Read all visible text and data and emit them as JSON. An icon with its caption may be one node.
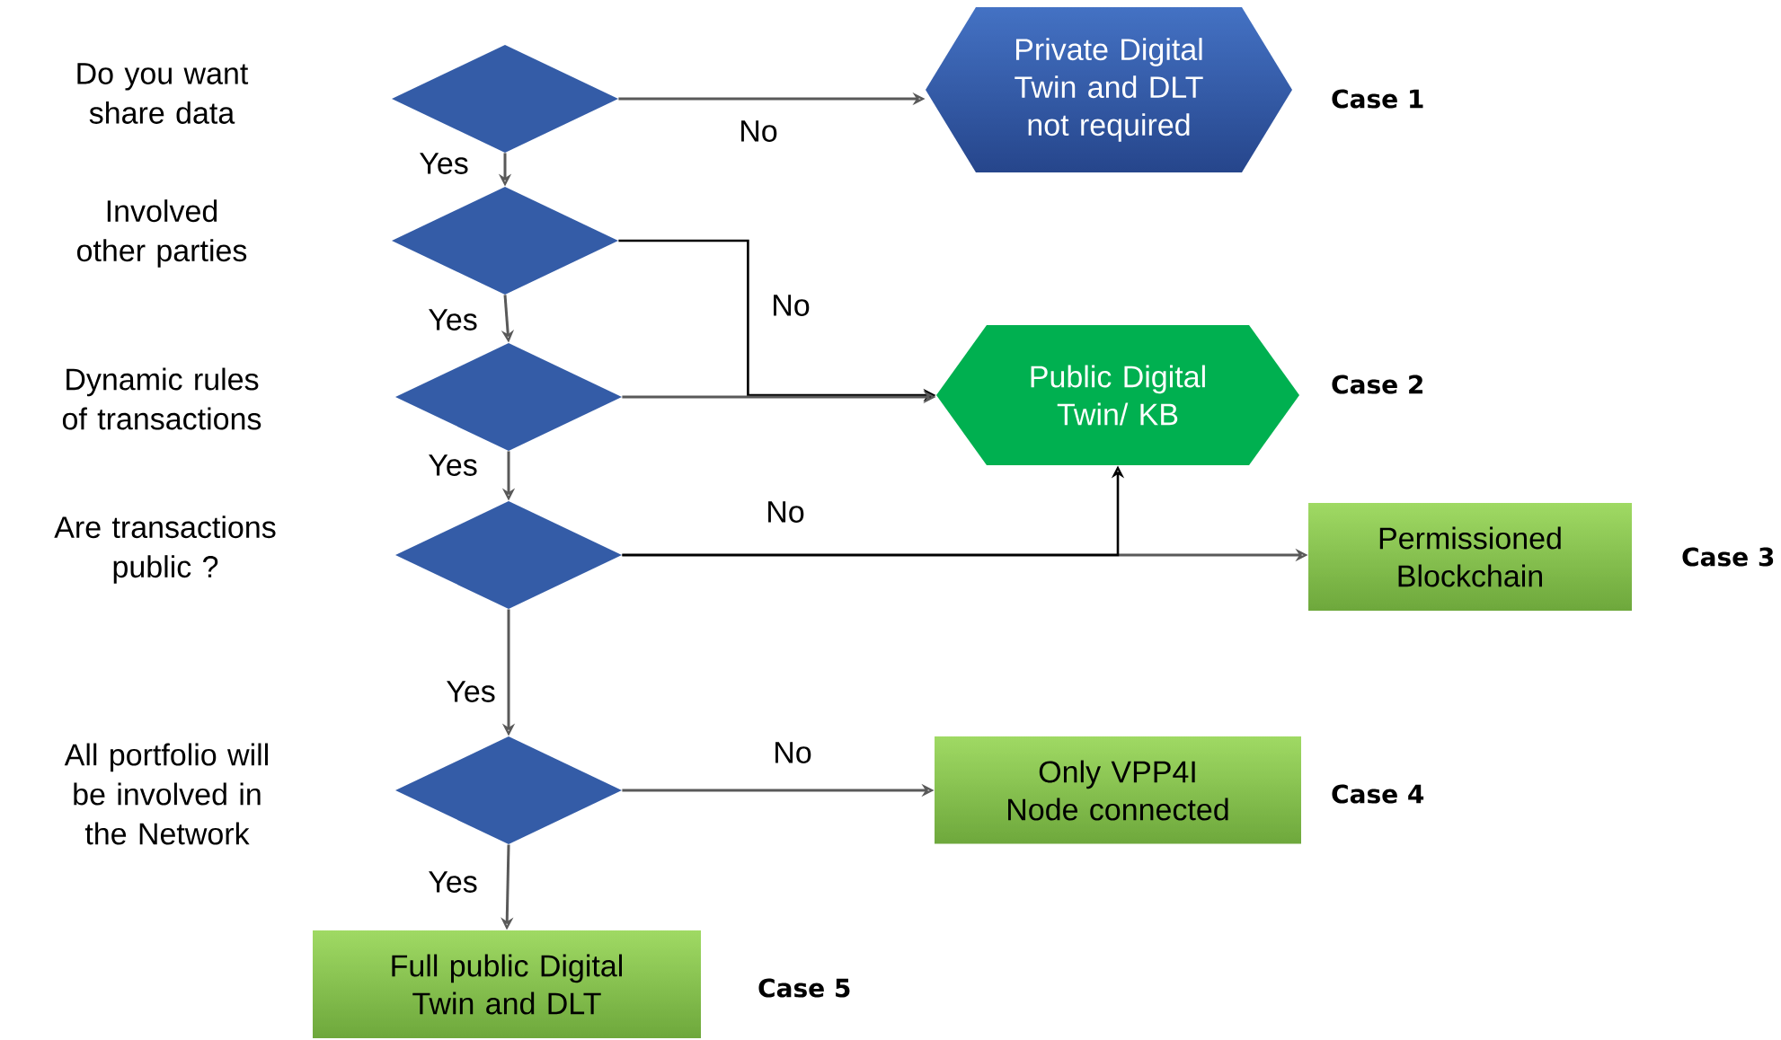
{
  "diagram": {
    "nodes": [
      {
        "text": [],
        "shape": "diamond"
      },
      {
        "text": [
          "Private Digital Twin and DLT not required"
        ]
      },
      {
        "text": [],
        "shape": "diamond"
      },
      {
        "text": [],
        "shape": "diamond"
      },
      {
        "text": [
          "Public Digital Twin/ KB"
        ]
      },
      {
        "text": [],
        "shape": "diamond"
      },
      {
        "text": [
          "Permissioned Blockchain"
        ]
      },
      {
        "text": [],
        "shape": "diamond"
      },
      {
        "text": [
          "Only VPP4I Node connected"
        ]
      },
      {
        "text": [
          "Full public Digital Twin and DLT"
        ]
      }
    ],
    "edges": [
      {
        "from": 0,
        "to": 1,
        "arrow": "to",
        "label": "No"
      },
      {
        "from": 0,
        "to": 2,
        "arrow": "to",
        "label": "Yes"
      },
      {
        "from": 2,
        "to": 4,
        "arrow": "to",
        "label": "No",
        "color": "#000000"
      },
      {
        "from": 2,
        "to": 3,
        "arrow": "to",
        "label": "Yes"
      },
      {
        "from": 3,
        "to": 4,
        "arrow": "to"
      },
      {
        "from": 3,
        "to": 5,
        "arrow": "to",
        "label": "Yes"
      },
      {
        "from": 5,
        "to": 6,
        "arrow": "to",
        "label": "No"
      },
      {
        "from": 5,
        "to": 4,
        "arrow": "to",
        "color": "#000000"
      },
      {
        "from": 5,
        "to": 7,
        "arrow": "to",
        "label": "Yes"
      },
      {
        "from": 7,
        "to": 8,
        "arrow": "to",
        "label": "No"
      },
      {
        "from": 7,
        "to": 9,
        "arrow": "to",
        "label": "Yes"
      }
    ],
    "labels": [
      "Do you want share data",
      "Case 1",
      "Involved other parties",
      "Dynamic rules of transactions",
      "Case 2",
      "Are transactions public ?",
      "Case 3",
      "All portfolio will be involved in the Network",
      "Case 4",
      "Case 5"
    ]
  }
}
